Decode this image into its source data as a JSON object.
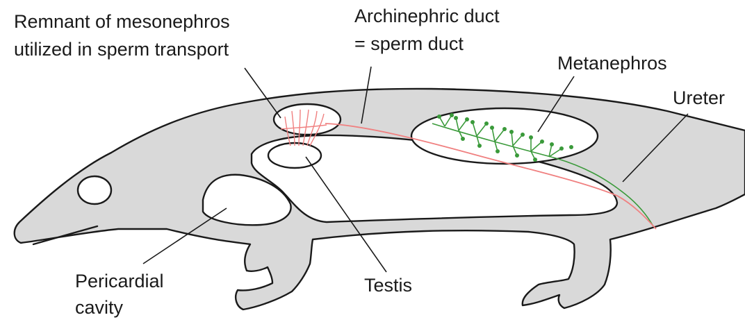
{
  "labels": {
    "mesonephros_line1": "Remnant of mesonephros",
    "mesonephros_line2": "utilized in sperm transport",
    "archinephric_line1": "Archinephric duct",
    "archinephric_line2": "= sperm duct",
    "metanephros": "Metanephros",
    "ureter": "Ureter",
    "pericardial_line1": "Pericardial",
    "pericardial_line2": "cavity",
    "testis": "Testis"
  },
  "colors": {
    "body": "#d9d9d9",
    "outline": "#1a1a1a",
    "sperm_duct": "#f08080",
    "metanephros": "#3a9a3a",
    "cavity": "#ffffff"
  }
}
